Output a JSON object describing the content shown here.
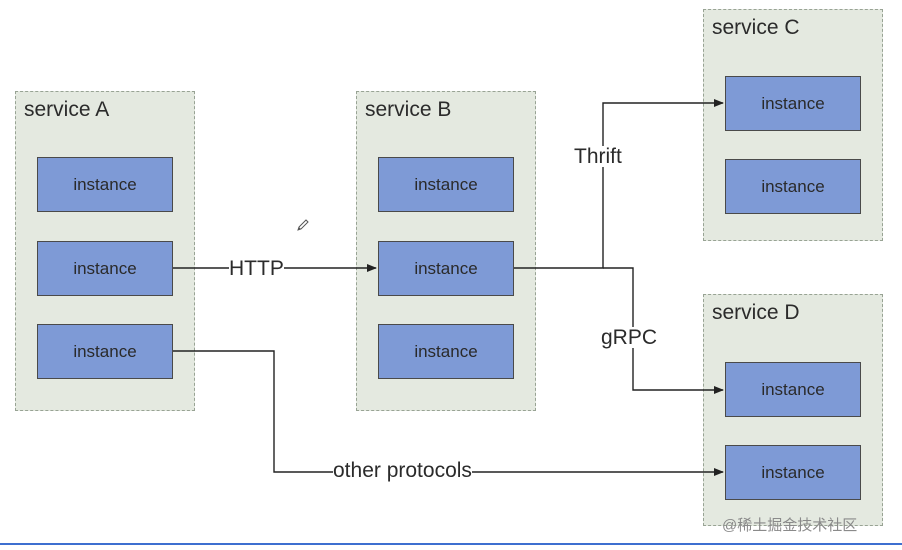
{
  "diagram": {
    "services": [
      {
        "id": "A",
        "title": "service A",
        "instances": [
          "instance",
          "instance",
          "instance"
        ]
      },
      {
        "id": "B",
        "title": "service B",
        "instances": [
          "instance",
          "instance",
          "instance"
        ]
      },
      {
        "id": "C",
        "title": "service C",
        "instances": [
          "instance",
          "instance"
        ]
      },
      {
        "id": "D",
        "title": "service D",
        "instances": [
          "instance",
          "instance"
        ]
      }
    ],
    "edges": [
      {
        "from": "service A / instance 2",
        "to": "service B / instance 2",
        "label": "HTTP"
      },
      {
        "from": "service B / instance 2",
        "to": "service C / instance 1",
        "label": "Thrift"
      },
      {
        "from": "service B / instance 2",
        "to": "service D / instance 1",
        "label": "gRPC"
      },
      {
        "from": "service A / instance 3",
        "to": "service D / instance 2",
        "label": "other protocols"
      }
    ]
  },
  "watermark": "@稀土掘金技术社区",
  "colors": {
    "group_fill": "#e4e9e0",
    "group_border": "#98a394",
    "instance_fill": "#7e9ad6",
    "edge": "#222222",
    "accent_rule": "#3d6fd0"
  },
  "icons": {
    "pencil": "pencil-icon"
  }
}
